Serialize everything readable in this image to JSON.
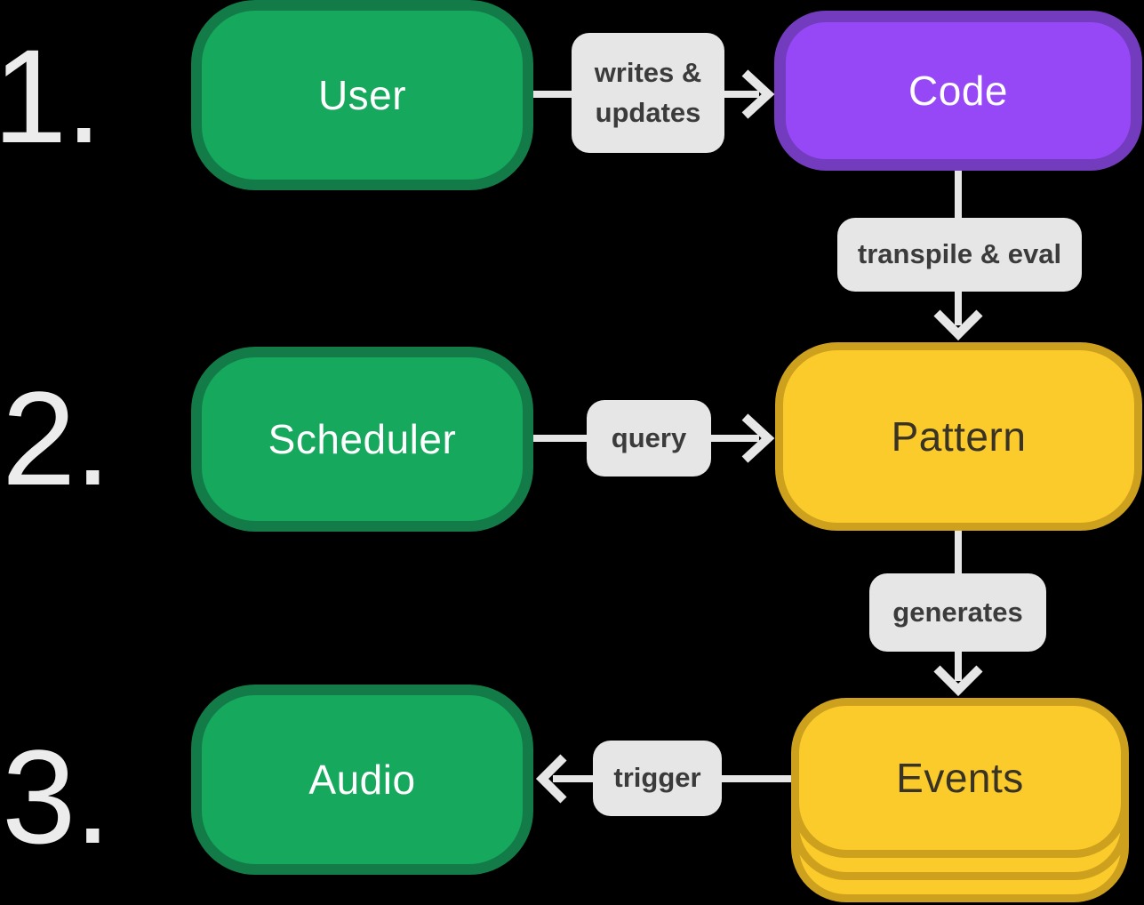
{
  "colors": {
    "background": "#000000",
    "green_fill": "#16A85C",
    "green_border": "#127B48",
    "purple_fill": "#9648F7",
    "purple_border": "#733CBE",
    "yellow_fill": "#FBCA2B",
    "yellow_border": "#CDA01E",
    "label_bg": "#E6E6E6",
    "label_text": "#3B3B3B",
    "arrow": "#E6E6E6",
    "number_text": "#ECECEC",
    "node_text_light": "#FFFFFF",
    "node_text_dark": "#383324"
  },
  "steps": [
    {
      "label": "1."
    },
    {
      "label": "2."
    },
    {
      "label": "3."
    }
  ],
  "nodes": {
    "user": {
      "label": "User"
    },
    "code": {
      "label": "Code"
    },
    "scheduler": {
      "label": "Scheduler"
    },
    "pattern": {
      "label": "Pattern"
    },
    "events": {
      "label": "Events"
    },
    "audio": {
      "label": "Audio"
    }
  },
  "edges": {
    "writes_updates": {
      "label": "writes & updates"
    },
    "transpile_eval": {
      "label": "transpile & eval"
    },
    "query": {
      "label": "query"
    },
    "generates": {
      "label": "generates"
    },
    "trigger": {
      "label": "trigger"
    }
  }
}
